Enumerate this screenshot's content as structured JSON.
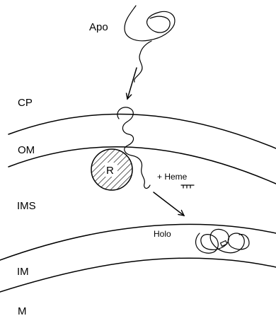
{
  "labels": {
    "apo": "Apo",
    "cp": "CP",
    "om": "OM",
    "ims": "IMS",
    "im": "IM",
    "m": "M",
    "receptor": "R",
    "heme": "+ Heme",
    "holo": "Holo"
  },
  "colors": {
    "ink": "#000000",
    "background": "#ffffff"
  }
}
